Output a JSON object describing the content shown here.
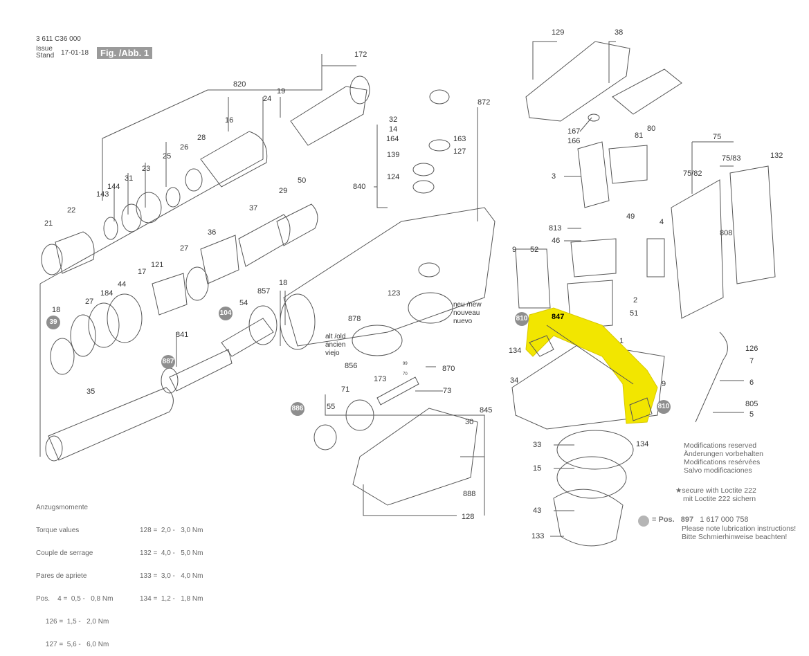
{
  "header": {
    "doc_number": "3 611 C36 000",
    "issue_label_1": "Issue",
    "issue_label_2": "Stand",
    "issue_date": "17-01-18",
    "figure_label": "Fig. /Abb. 1"
  },
  "parts": {
    "p172": "172",
    "p820": "820",
    "p19": "19",
    "p24": "24",
    "p16": "16",
    "p28": "28",
    "p26": "26",
    "p25": "25",
    "p23": "23",
    "p31": "31",
    "p144": "144",
    "p143": "143",
    "p22": "22",
    "p21": "21",
    "p29": "29",
    "p50": "50",
    "p37": "37",
    "p36": "36",
    "p27a": "27",
    "p17": "17",
    "p121": "121",
    "p44": "44",
    "p18a": "18",
    "p27b": "27",
    "p184": "184",
    "p54": "54",
    "p857": "857",
    "p18b": "18",
    "p841": "841",
    "p35": "35",
    "p32": "32",
    "p14": "14",
    "p164": "164",
    "p139": "139",
    "p124": "124",
    "p840": "840",
    "p872": "872",
    "p163": "163",
    "p127": "127",
    "p123": "123",
    "p878": "878",
    "p856": "856",
    "p173": "173",
    "p71": "71",
    "p870": "870",
    "p73": "73",
    "p55": "55",
    "p845": "845",
    "p30": "30",
    "p888": "888",
    "p128": "128",
    "p129": "129",
    "p38": "38",
    "p167": "167",
    "p166": "166",
    "p80": "80",
    "p81": "81",
    "p3": "3",
    "p49": "49",
    "p813": "813",
    "p46": "46",
    "p9a": "9",
    "p52": "52",
    "p4": "4",
    "p2": "2",
    "p847": "847",
    "p1": "1",
    "p51": "51",
    "p134a": "134",
    "p34": "34",
    "p9b": "9",
    "p134b": "134",
    "p33": "33",
    "p15": "15",
    "p43": "43",
    "p133": "133",
    "p75": "75",
    "p75_83": "75/83",
    "p75_82": "75/82",
    "p132": "132",
    "p808": "808",
    "p126": "126",
    "p7": "7",
    "p6": "6",
    "p805": "805",
    "p5": "5"
  },
  "badges": {
    "b39": "39",
    "b104": "104",
    "b887": "887",
    "b886": "886",
    "b810a": "810",
    "b810b": "810"
  },
  "annotations": {
    "new_1": "neu /new",
    "new_2": "nouveau",
    "new_3": "nuevo",
    "old_1": "alt /old",
    "old_2": "ancien",
    "old_3": "viejo",
    "ring_label_99": "99",
    "ring_label_70": "70"
  },
  "notes": {
    "mods_1": "Modifications reserved",
    "mods_2": "Änderungen vorbehalten",
    "mods_3": "Modifications resérvées",
    "mods_4": "Salvo modificaciones",
    "loctite_1": "secure with Loctite 222",
    "loctite_2": "mit Loctite 222 sichern",
    "pos_label": "= Pos.",
    "pos_number": "897",
    "pos_code": "1 617 000 758",
    "lub_1": "Please note lubrication instructions!",
    "lub_2": "Bitte Schmierhinweise beachten!"
  },
  "torque": {
    "t1": "Anzugsmomente",
    "t2": "Torque values",
    "t3": "Couple de serrage",
    "t4": "Pares de apriete",
    "row1": "Pos.    4 =  0,5 -   0,8 Nm",
    "row2": "     126 =  1,5 -   2,0 Nm",
    "row3": "     127 =  5,6 -   6,0 Nm",
    "row4": "128 =  2,0 -   3,0 Nm",
    "row5": "132 =  4,0 -   5,0 Nm",
    "row6": "133 =  3,0 -   4,0 Nm",
    "row7": "134 =  1,2 -   1,8 Nm"
  },
  "colors": {
    "highlight": "#f2e600",
    "line": "#555555",
    "badge": "#8e8e8e"
  }
}
